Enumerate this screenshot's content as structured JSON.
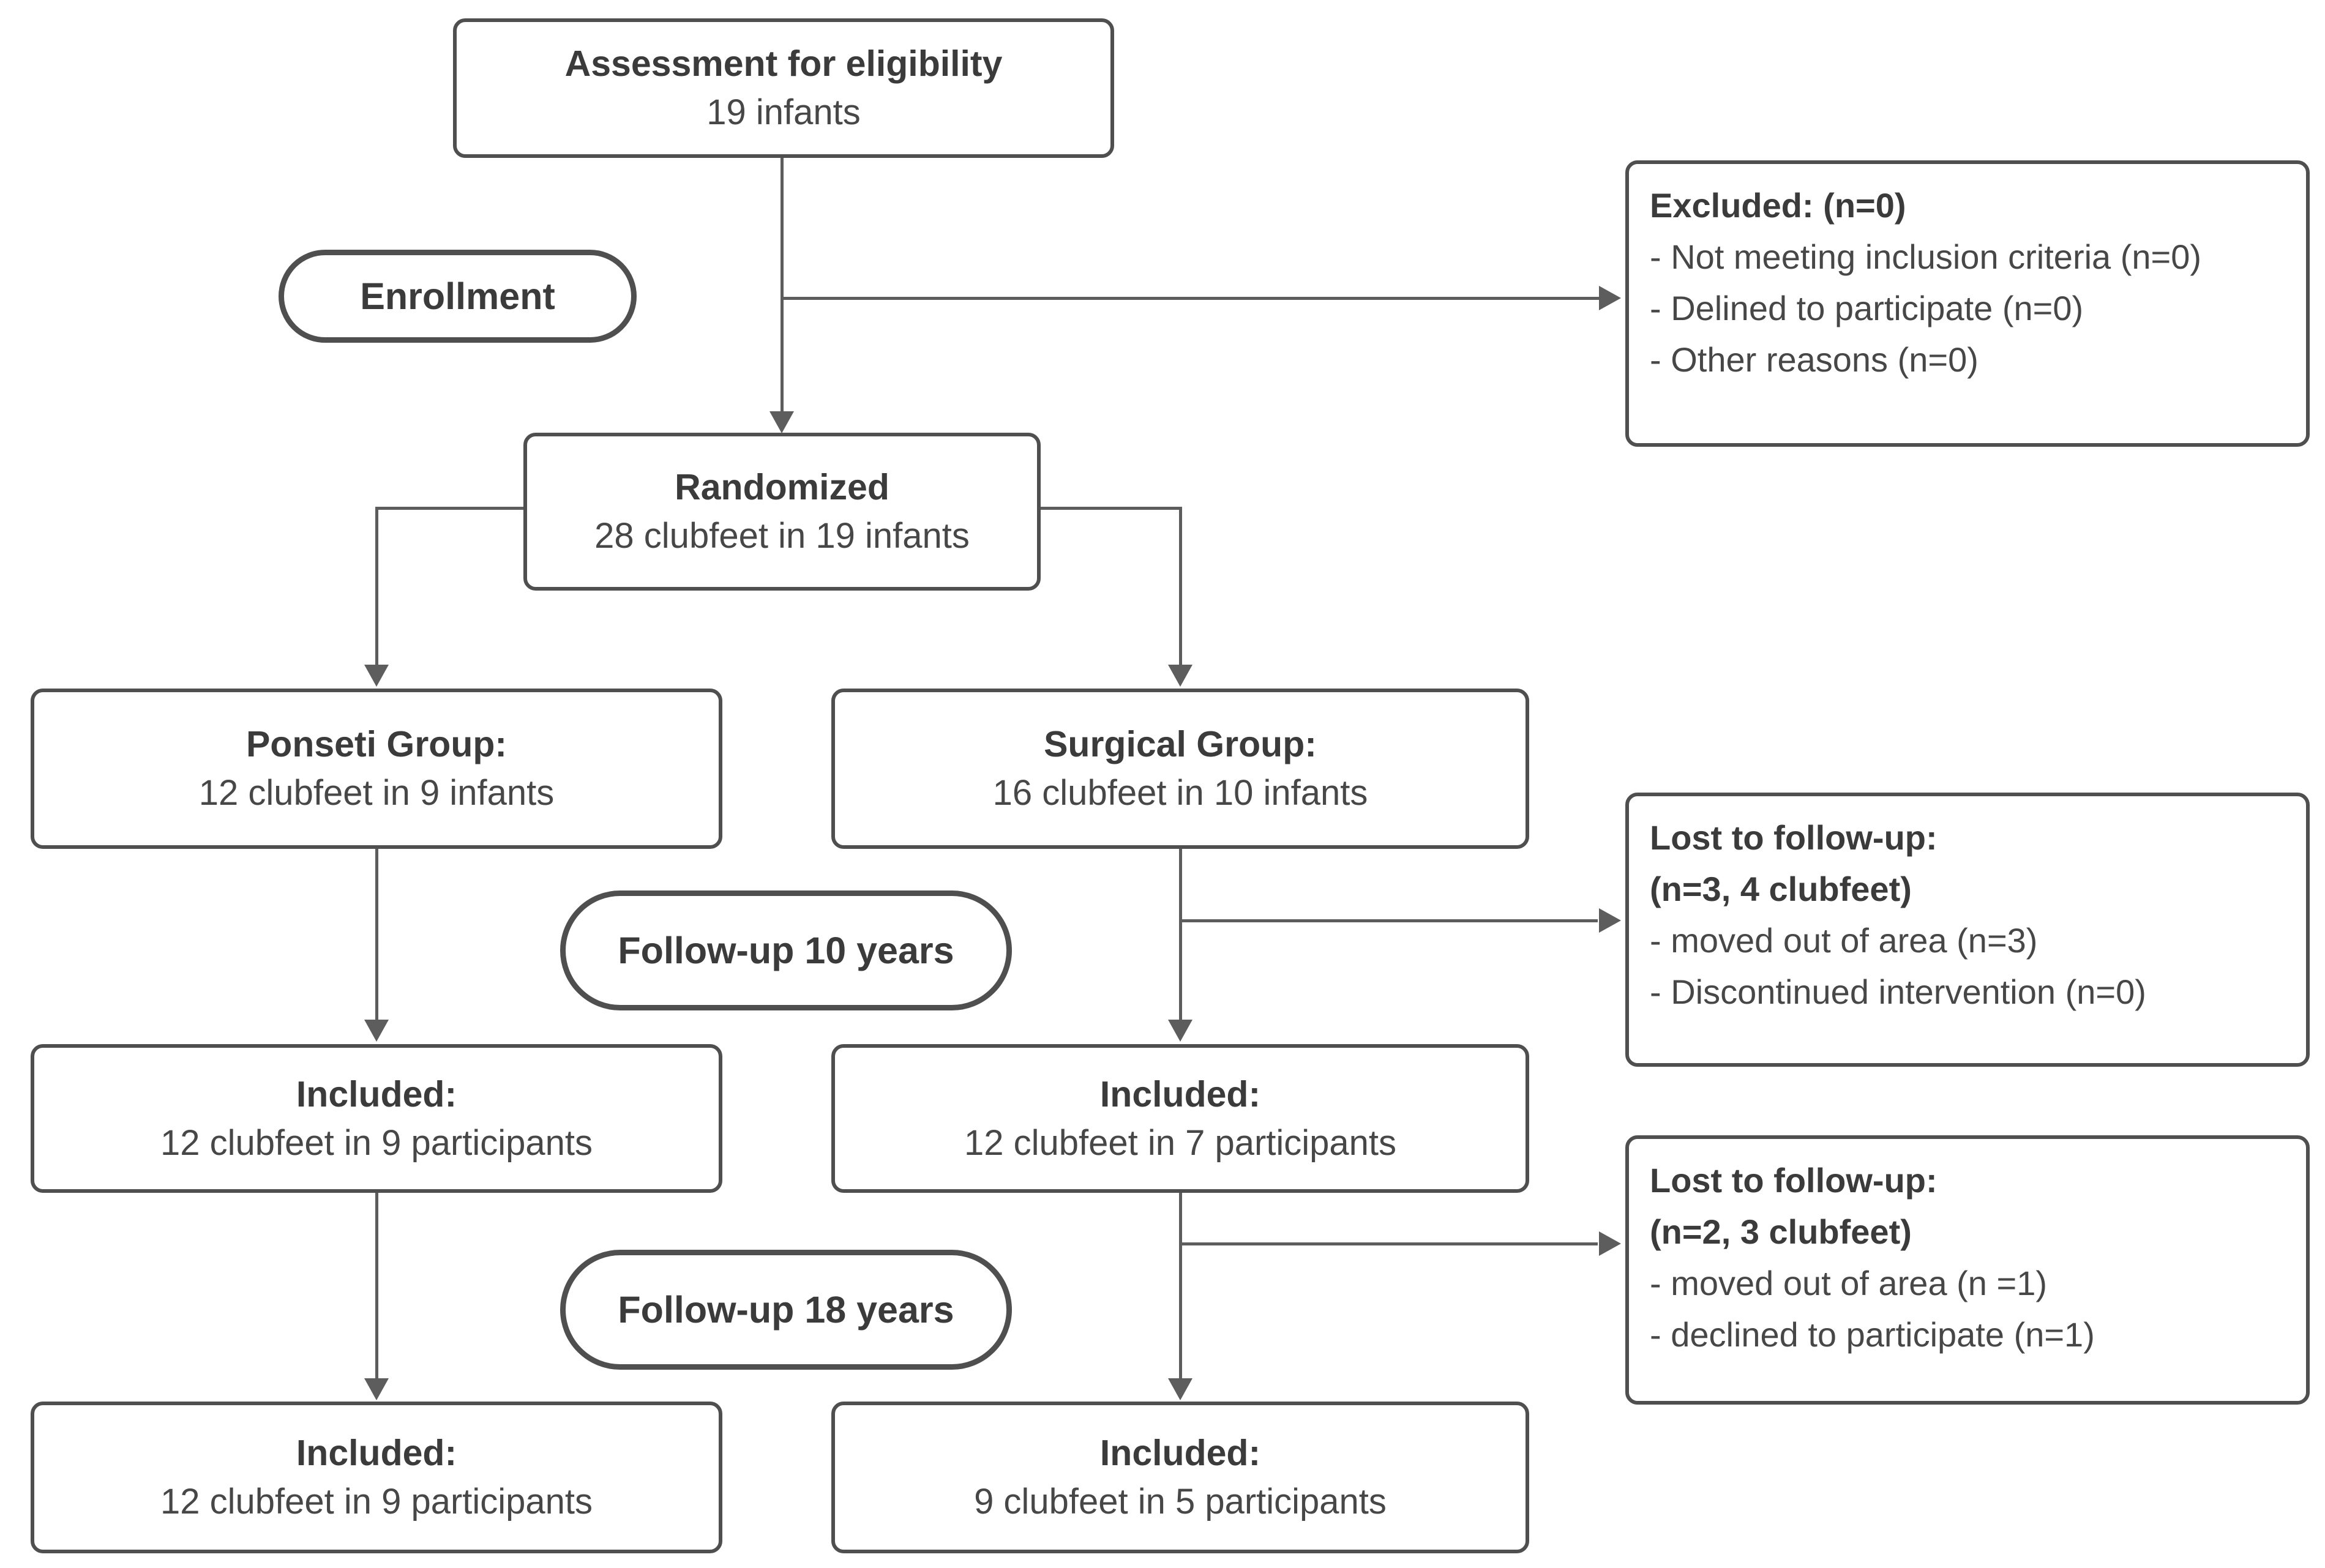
{
  "diagram": {
    "assessment": {
      "title": "Assessment for eligibility",
      "subtitle": "19 infants"
    },
    "enrollment": {
      "label": "Enrollment"
    },
    "excluded": {
      "title": "Excluded: (n=0)",
      "items": [
        "- Not meeting inclusion criteria (n=0)",
        "- Delined to participate (n=0)",
        "- Other reasons (n=0)"
      ]
    },
    "randomized": {
      "title": "Randomized",
      "subtitle": "28 clubfeet in 19 infants"
    },
    "ponseti_group": {
      "title": "Ponseti Group:",
      "subtitle": "12 clubfeet in 9 infants"
    },
    "surgical_group": {
      "title": "Surgical Group:",
      "subtitle": "16 clubfeet in 10 infants"
    },
    "followup_10": {
      "label": "Follow-up 10 years"
    },
    "lost_followup_10": {
      "title": "Lost to follow-up:",
      "title2": "(n=3, 4 clubfeet)",
      "items": [
        "- moved out of area (n=3)",
        "- Discontinued intervention (n=0)"
      ]
    },
    "included_10_ponseti": {
      "title": "Included:",
      "subtitle": "12 clubfeet in 9 participants"
    },
    "included_10_surgical": {
      "title": "Included:",
      "subtitle": "12 clubfeet in 7 participants"
    },
    "followup_18": {
      "label": "Follow-up 18 years"
    },
    "lost_followup_18": {
      "title": "Lost to follow-up:",
      "title2": "(n=2, 3 clubfeet)",
      "items": [
        "- moved out of area (n =1)",
        "- declined to participate (n=1)"
      ]
    },
    "included_18_ponseti": {
      "title": "Included:",
      "subtitle": "12 clubfeet in 9 participants"
    },
    "included_18_surgical": {
      "title": "Included:",
      "subtitle": "9 clubfeet in 5 participants"
    },
    "colors": {
      "border": "#4f4f4f",
      "connector": "#5d5d5d",
      "title_text": "#3b3b3b",
      "body_text": "#474747",
      "background": "#ffffff"
    }
  }
}
